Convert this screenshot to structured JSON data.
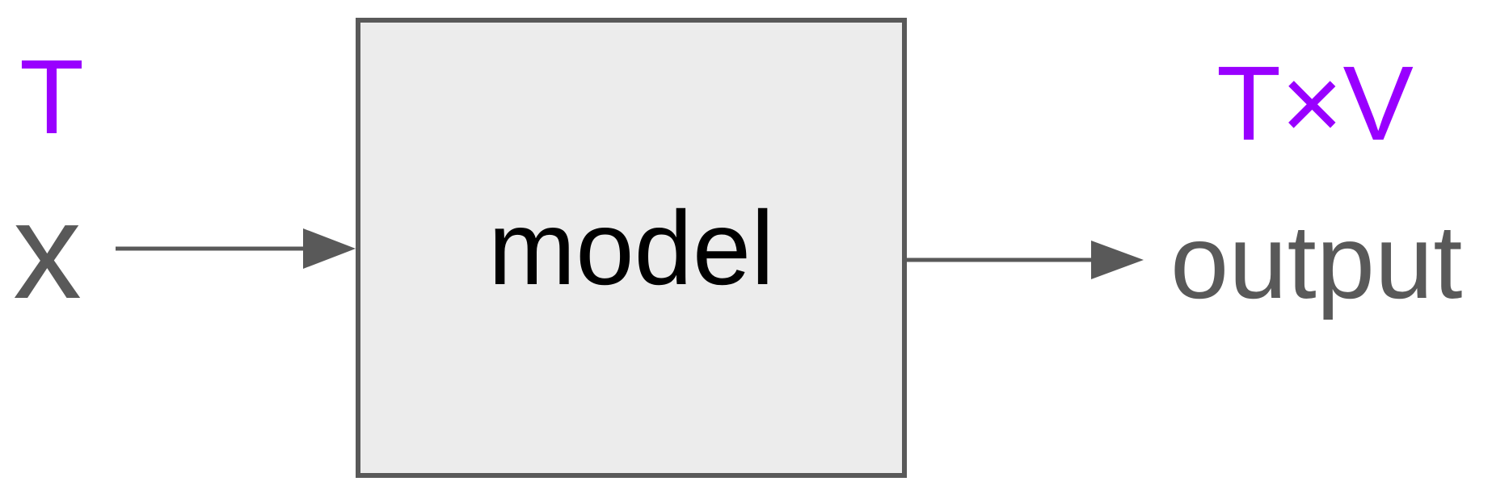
{
  "diagram": {
    "box": {
      "label": "model"
    },
    "input": {
      "dimension": "T",
      "variable": "x"
    },
    "output": {
      "dimension": "T×V",
      "variable": "output"
    },
    "colors": {
      "dimension_purple": "#9900ff",
      "diagram_gray": "#595959",
      "box_fill": "#ececec",
      "box_border": "#595959",
      "box_label_black": "#000000"
    }
  }
}
